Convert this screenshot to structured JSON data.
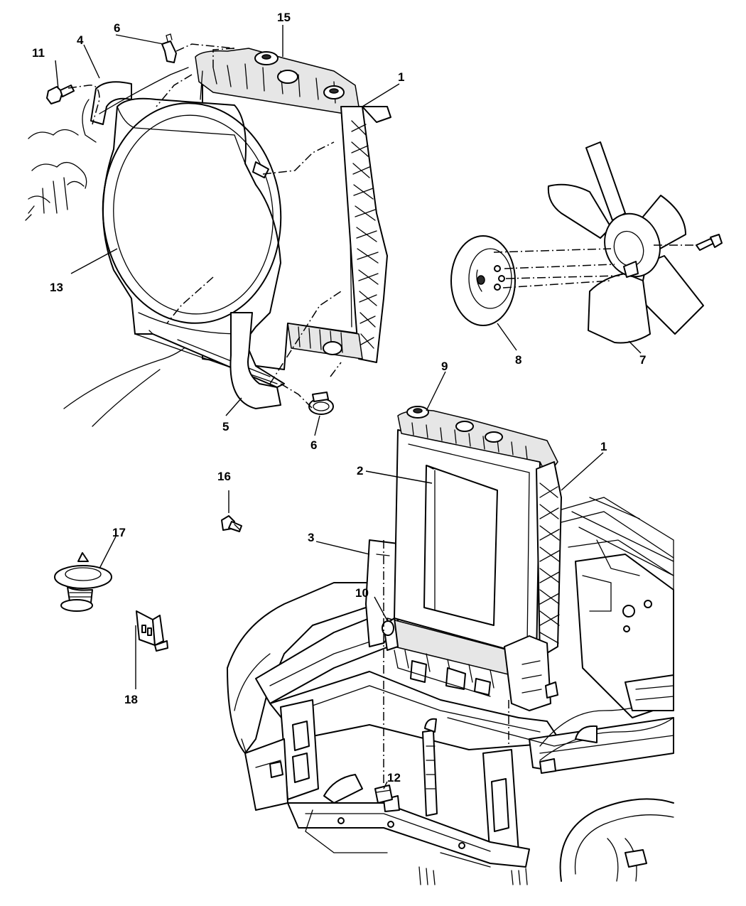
{
  "callouts": {
    "c1_top": "1",
    "c1_bottom": "1",
    "c2": "2",
    "c3": "3",
    "c4": "4",
    "c5": "5",
    "c6_top": "6",
    "c6_bottom": "6",
    "c7": "7",
    "c8": "8",
    "c9": "9",
    "c10": "10",
    "c11": "11",
    "c12": "12",
    "c13": "13",
    "c15": "15",
    "c16": "16",
    "c17": "17",
    "c18": "18"
  },
  "icons": {
    "radiator": "radiator-icon",
    "fan_shroud": "fan-shroud-icon",
    "fan_blade": "fan-blade-icon",
    "fan_clutch": "fan-clutch-icon",
    "thermostat": "thermostat-icon",
    "bracket": "bracket-icon",
    "bolt": "bolt-icon",
    "hose_clamp": "hose-clamp-icon",
    "vehicle_front_structure": "vehicle-front-structure-icon"
  }
}
